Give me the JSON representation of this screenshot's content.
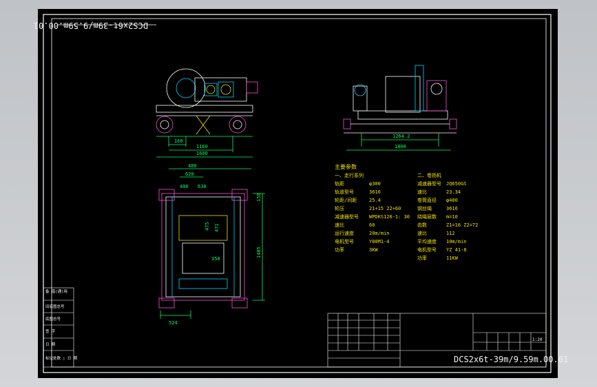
{
  "title_block": {
    "drawing_no": "DCS2x6t-39m/9.59m.00.01",
    "drawing_no_rotated": "DCS2x6t-39m/9.59m.00.01",
    "scale": "1:20"
  },
  "dimensions": {
    "front": [
      "160",
      "1160",
      "1600"
    ],
    "side": [
      "1264.2",
      "1800"
    ],
    "plan": [
      "480",
      "620",
      "400",
      "630",
      "150",
      "475",
      "471",
      "350",
      "1485",
      "524"
    ]
  },
  "params": {
    "heading": "主要参数",
    "left_title": "一、走行系列",
    "left_rows": [
      [
        "轨距",
        "φ300"
      ],
      [
        "轨道型号",
        "3616"
      ],
      [
        "轮距/间距",
        "25.4"
      ],
      [
        "轮压",
        "21+15  22+60"
      ],
      [
        "减速器型号",
        "WPDKS120-1: 30"
      ],
      [
        "速比",
        "60"
      ],
      [
        "运行速度",
        "20m/min"
      ],
      [
        "电机型号",
        "Y80M1-4"
      ],
      [
        "功率",
        "3KW"
      ]
    ],
    "right_title": "二、卷扬机",
    "right_rows": [
      [
        "减速器型号",
        "JQ650GS"
      ],
      [
        "速比",
        "23.34"
      ],
      [
        "卷筒直径",
        "φ400"
      ],
      [
        "钢丝绳",
        "3616"
      ],
      [
        "绕绳层数",
        "m=10"
      ],
      [
        "齿数",
        "Z1=16  Z2=72"
      ],
      [
        "速比",
        "112"
      ],
      [
        "平均速度",
        "10m/min"
      ],
      [
        "电机型号",
        "YZ 41-8"
      ],
      [
        "功率",
        "11KW"
      ]
    ]
  },
  "left_strip": [
    "备 借(通)用",
    "旧底图总号",
    "底图总号",
    "签 字",
    "日 期",
    "标记处数 | 日 期"
  ],
  "colors": {
    "sheet": "#000000",
    "line": "#ffffff",
    "accent": "#f0e000",
    "green": "#00ff66",
    "cyan": "#00d8ff",
    "pink": "#ff4fd8"
  }
}
